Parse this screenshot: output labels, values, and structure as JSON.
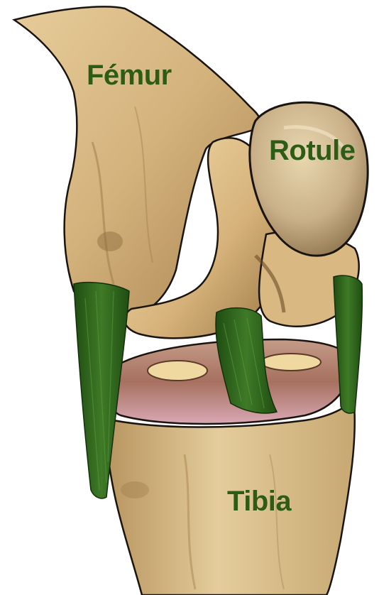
{
  "labels": {
    "femur": "Fémur",
    "rotule": "Rotule",
    "tibia": "Tibia"
  },
  "colors": {
    "label_text": "#2f5c14",
    "bone": "#d9bb86",
    "bone_shadow": "#a07c48",
    "ligament": "#2f6a1f",
    "meniscus": "#b98a7c",
    "outline": "#1a1410"
  },
  "illustration": {
    "subject": "knee-joint-anatomy"
  }
}
